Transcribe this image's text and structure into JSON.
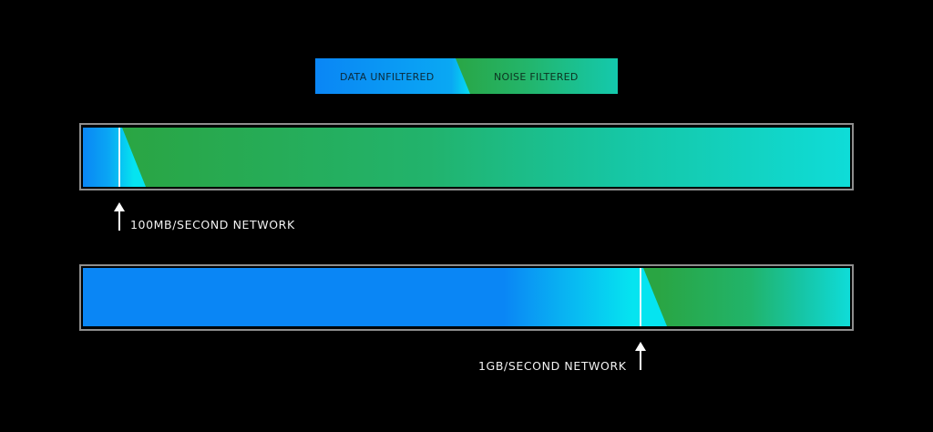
{
  "legend": {
    "items": [
      {
        "label": "DATA UNFILTERED",
        "color": "#0a86f5"
      },
      {
        "label": "NOISE FILTERED",
        "color": "#2aa543"
      }
    ]
  },
  "bars": [
    {
      "name": "100mb-network",
      "label": "100MB/SECOND NETWORK",
      "unfiltered_fraction": 0.047,
      "filtered_fraction": 0.953
    },
    {
      "name": "1gb-network",
      "label": "1GB/SECOND NETWORK",
      "unfiltered_fraction": 0.727,
      "filtered_fraction": 0.273
    }
  ],
  "colors": {
    "background": "#000000",
    "unfiltered_blue": "#0a86f5",
    "transition_cyan": "#05e4f0",
    "filtered_green": "#2aa543",
    "filtered_teal": "#0fdcd8",
    "frame": "#8e8e8e"
  }
}
